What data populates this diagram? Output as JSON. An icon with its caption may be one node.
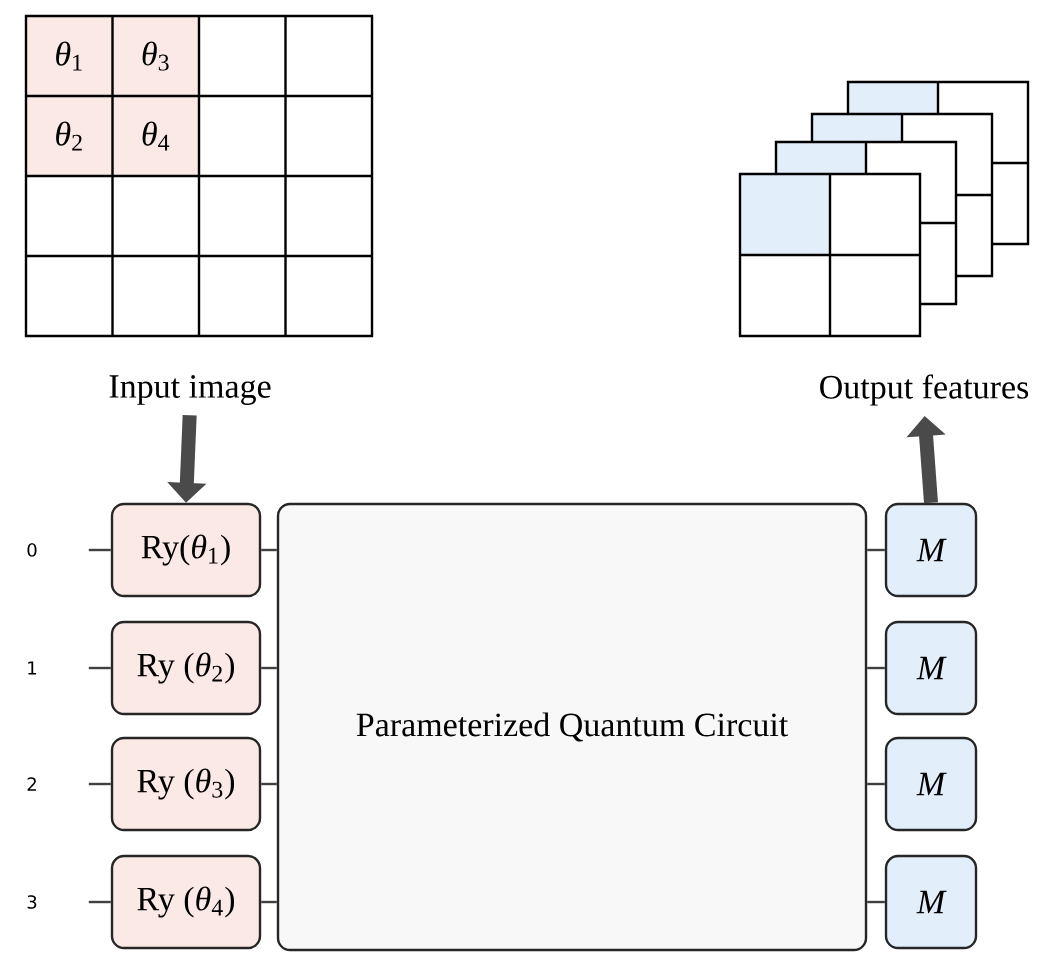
{
  "diagram": {
    "nodes": [
      {
        "text": [
          "Input image"
        ]
      },
      {
        "text": [
          "Output features"
        ]
      },
      {
        "text": [
          "Ry(*θ*$_{1}$)"
        ]
      },
      {
        "text": [
          "Ry (*θ*$_{2}$)"
        ]
      },
      {
        "text": [
          "Ry (*θ*$_{3}$)"
        ]
      },
      {
        "text": [
          "Ry (*θ*$_{4}$)"
        ]
      },
      {
        "text": [
          "Parameterized Quantum Circuit"
        ]
      },
      {
        "text": [
          "M"
        ]
      },
      {
        "text": [
          "M"
        ]
      },
      {
        "text": [
          "M"
        ]
      },
      {
        "text": [
          "M"
        ]
      }
    ],
    "edges": [
      {
        "from": 0,
        "to": 2,
        "arrow": "to",
        "style": "thick",
        "color": "#4a4a4a"
      },
      {
        "from": 7,
        "to": 1,
        "arrow": "to",
        "style": "thick",
        "color": "#4a4a4a"
      },
      {
        "from": null,
        "to": 2,
        "arrow": "none"
      },
      {
        "from": null,
        "to": 3,
        "arrow": "none"
      },
      {
        "from": null,
        "to": 4,
        "arrow": "none"
      },
      {
        "from": null,
        "to": 5,
        "arrow": "none"
      },
      {
        "from": 2,
        "to": 6,
        "arrow": "none"
      },
      {
        "from": 3,
        "to": 6,
        "arrow": "none"
      },
      {
        "from": 4,
        "to": 6,
        "arrow": "none"
      },
      {
        "from": 5,
        "to": 6,
        "arrow": "none"
      },
      {
        "from": 6,
        "to": 7,
        "arrow": "none"
      },
      {
        "from": 6,
        "to": 8,
        "arrow": "none"
      },
      {
        "from": 6,
        "to": 9,
        "arrow": "none"
      },
      {
        "from": 6,
        "to": 10,
        "arrow": "none"
      }
    ],
    "labels": [
      "*θ*$_{1}$",
      "*θ*$_{3}$",
      "*θ*$_{2}$",
      "*θ*$_{4}$",
      "0",
      "1",
      "2",
      "3"
    ]
  }
}
